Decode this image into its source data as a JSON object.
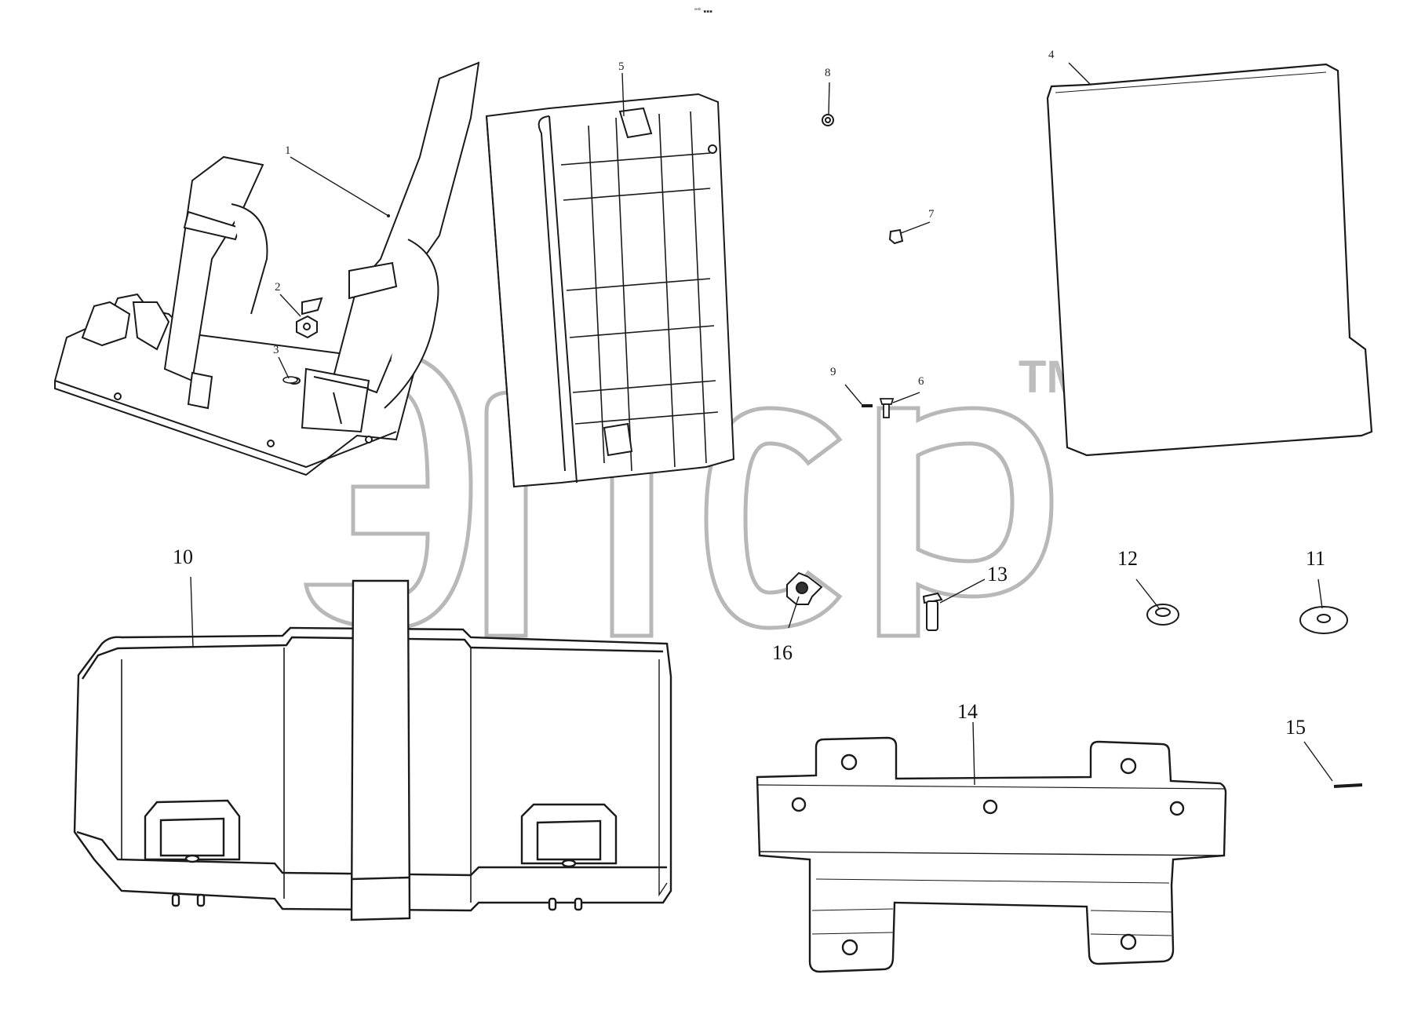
{
  "header_marks": "\"° ▪▪▪",
  "watermark": {
    "text": "эпср",
    "tm": "TM"
  },
  "callouts": [
    {
      "id": "p1",
      "label": "1"
    },
    {
      "id": "p2",
      "label": "2"
    },
    {
      "id": "p3",
      "label": "3"
    },
    {
      "id": "p4",
      "label": "4"
    },
    {
      "id": "p5",
      "label": "5"
    },
    {
      "id": "p6",
      "label": "6"
    },
    {
      "id": "p7",
      "label": "7"
    },
    {
      "id": "p8",
      "label": "8"
    },
    {
      "id": "p9",
      "label": "9"
    },
    {
      "id": "p10",
      "label": "10"
    },
    {
      "id": "p11",
      "label": "11"
    },
    {
      "id": "p12",
      "label": "12"
    },
    {
      "id": "p13",
      "label": "13"
    },
    {
      "id": "p14",
      "label": "14"
    },
    {
      "id": "p15",
      "label": "15"
    },
    {
      "id": "p16",
      "label": "16"
    }
  ]
}
